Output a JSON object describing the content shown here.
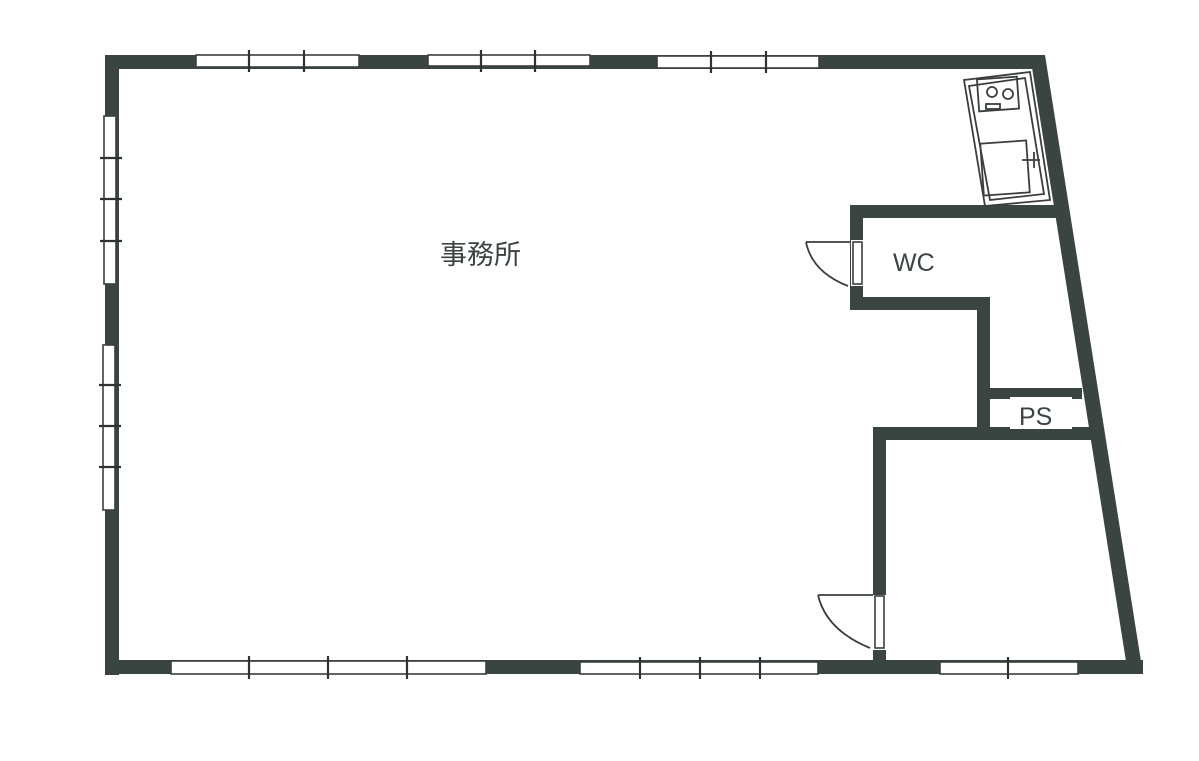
{
  "floor_plan": {
    "rooms": [
      {
        "id": "office",
        "label": "事務所"
      },
      {
        "id": "wc",
        "label": "WC"
      },
      {
        "id": "ps",
        "label": "PS"
      },
      {
        "id": "storage",
        "label": ""
      }
    ],
    "fixtures": [
      {
        "id": "kitchen-stove",
        "icon": "stove-icon"
      },
      {
        "id": "kitchen-sink",
        "icon": "sink-icon"
      }
    ],
    "doors": [
      {
        "id": "wc-door",
        "icon": "door-swing-icon"
      },
      {
        "id": "storage-door",
        "icon": "door-swing-icon"
      }
    ],
    "colors": {
      "wall": "#3a4440",
      "background": "#ffffff"
    }
  }
}
